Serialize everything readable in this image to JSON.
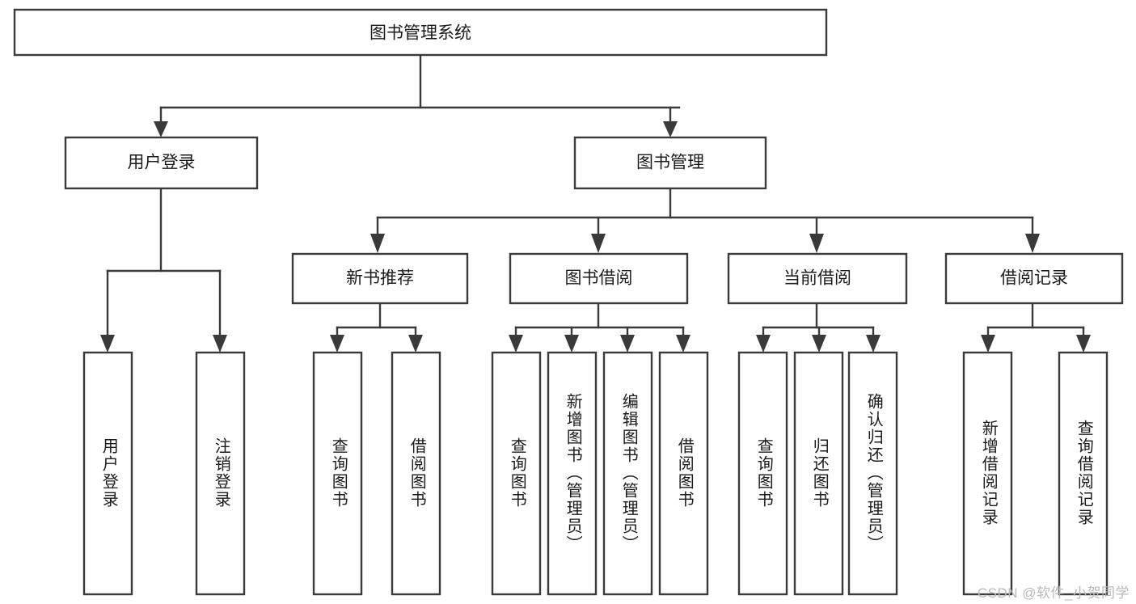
{
  "diagram": {
    "type": "tree-hierarchy",
    "title": "图书管理系统",
    "colors": {
      "background": "#ffffff",
      "box_stroke": "#3a3a3a",
      "box_fill": "#ffffff",
      "text": "#1b1b1b",
      "watermark": "#b9b9b9"
    },
    "root": {
      "label": "图书管理系统"
    },
    "level2": [
      {
        "label": "用户登录"
      },
      {
        "label": "图书管理"
      }
    ],
    "level3": [
      {
        "label": "新书推荐"
      },
      {
        "label": "图书借阅"
      },
      {
        "label": "当前借阅"
      },
      {
        "label": "借阅记录"
      }
    ],
    "leaves": {
      "user_login": [
        {
          "label": "用户登录"
        },
        {
          "label": "注销登录"
        }
      ],
      "new_book_recommend": [
        {
          "label": "查询图书"
        },
        {
          "label": "借阅图书"
        }
      ],
      "book_borrow": [
        {
          "label": "查询图书"
        },
        {
          "label": "新增图书（管理员）"
        },
        {
          "label": "编辑图书（管理员）"
        },
        {
          "label": "借阅图书"
        }
      ],
      "current_borrow": [
        {
          "label": "查询图书"
        },
        {
          "label": "归还图书"
        },
        {
          "label": "确认归还（管理员）"
        }
      ],
      "borrow_record": [
        {
          "label": "新增借阅记录"
        },
        {
          "label": "查询借阅记录"
        }
      ]
    },
    "watermark": "CSDN @软件_小贺同学"
  }
}
